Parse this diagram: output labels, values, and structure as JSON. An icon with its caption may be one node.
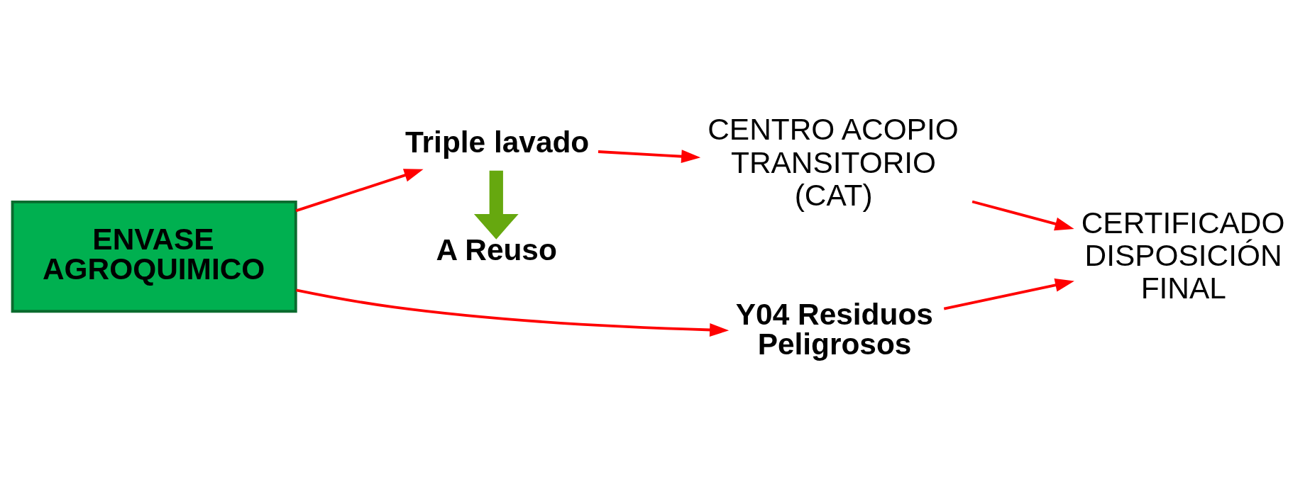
{
  "diagram": {
    "nodes": [
      {
        "text": [
          "ENVASE AGROQUIMICO"
        ]
      },
      {
        "text": [
          "A Reuso"
        ]
      },
      {
        "text": [
          "Triple lavado"
        ]
      },
      {
        "text": [
          "CENTRO ACOPIO TRANSITORIO (CAT)"
        ]
      },
      {
        "text": [
          "Y04 Residuos Peligrosos"
        ]
      },
      {
        "text": [
          "CERTIFICADO DISPOSICIÓN FINAL"
        ]
      }
    ],
    "edges": [
      {
        "from": 0,
        "to": 2,
        "arrow": "to"
      },
      {
        "from": 0,
        "to": 4,
        "arrow": "to"
      },
      {
        "from": 2,
        "to": 1,
        "arrow": "to",
        "style": "thick",
        "color": "#66a80f"
      },
      {
        "from": 2,
        "to": 3,
        "arrow": "to"
      },
      {
        "from": 3,
        "to": 5,
        "arrow": "to"
      },
      {
        "from": 4,
        "to": 5,
        "arrow": "to"
      }
    ]
  }
}
